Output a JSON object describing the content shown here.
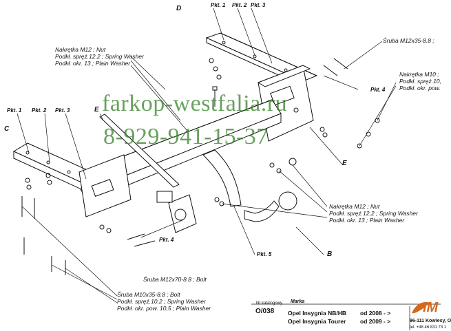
{
  "labels": {
    "pkt1_top": "Pkt. 1",
    "pkt2_top": "Pkt. 2",
    "pkt3_top": "Pkt. 3",
    "letter_d": "D",
    "sruba_top": "Śruba M12x35-8.8 ;",
    "nut_left_1": "Nakrętka  M12 ; Nut",
    "nut_left_2": "Podkł. spręż.12,2 ; Spring Washer",
    "nut_left_3": "Podkł. okr. 13 ; Plain Washer",
    "nut_right_1": "Nakrętka  M10 ;",
    "nut_right_2": "Podkł. spręż.10,",
    "nut_right_3": "Podkł. okr. pow.",
    "pkt4_right": "Pkt. 4",
    "letter_e_left": "E",
    "letter_e_right": "E",
    "pkt1_left": "Pkt. 1",
    "pkt2_left": "Pkt. 2",
    "pkt3_left": "Pkt. 3",
    "letter_c": "C",
    "nut_mid_1": "Nakrętka  M12 ; Nut",
    "nut_mid_2": "Podkł. spręż.12,2 ; Spring Washer",
    "nut_mid_3": "Podkł. okr. 13 ; Plain Washer",
    "pkt4_mid": "Pkt. 4",
    "sruba_mid": "Śruba M12x70-8.8 ;  Bolt",
    "pkt5": "Pkt. 5",
    "letter_b": "B",
    "bolt_1": "Śruba M10x35-8.8 ;  Bolt",
    "bolt_2": "Podkł. spręż.10,2 ; Spring Washer",
    "bolt_3": "Podkł. okr. pow. 10,5 ; Plain Washer",
    "catalog_head": "Nr katalogowy",
    "marka_head": "Marka",
    "catalog_no": "O/038",
    "model_1": "Opel Insygnia NB/HB",
    "model_2": "Opel Insygnia Tourer",
    "from_1": "od 2008 - >",
    "from_2": "od 2009 - >",
    "addr_1": "96-111 Kowiesy, O",
    "addr_2": "tel. +48 46 831 73 1",
    "brand": "IM"
  },
  "watermark": {
    "site": "farkop-westfalia.ru",
    "phone": "8-929-941-15-37",
    "color": "#2f7d22"
  },
  "colors": {
    "ink": "#111111",
    "brand": "#d26a1e"
  }
}
